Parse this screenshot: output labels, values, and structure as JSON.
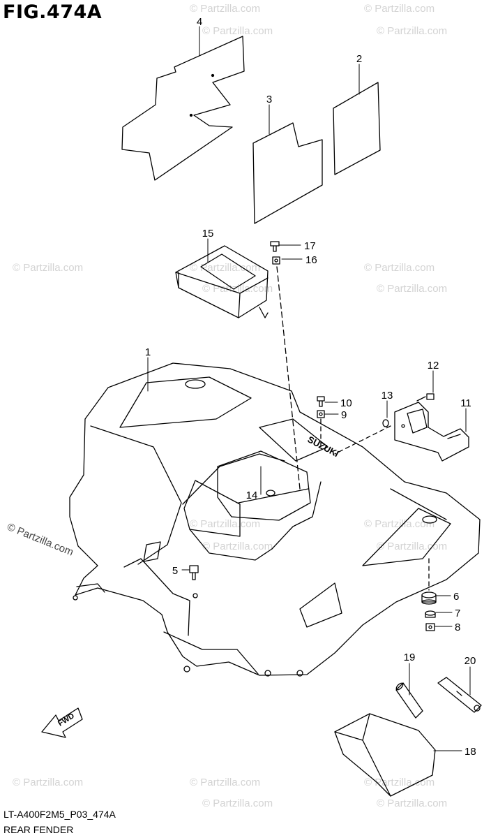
{
  "figure": {
    "title": "FIG.474A",
    "code": "LT-A400F2M5_P03_474A",
    "name": "REAR FENDER"
  },
  "watermark": "© Partzilla.com",
  "direction_label": "FWD",
  "fender_emblem": "SUZUKI",
  "callouts": [
    "1",
    "2",
    "3",
    "4",
    "5",
    "6",
    "7",
    "8",
    "9",
    "10",
    "11",
    "12",
    "13",
    "14",
    "15",
    "16",
    "17",
    "18",
    "19",
    "20"
  ],
  "colors": {
    "line": "#000000",
    "watermark": "#d3d3d3",
    "background": "#ffffff"
  }
}
